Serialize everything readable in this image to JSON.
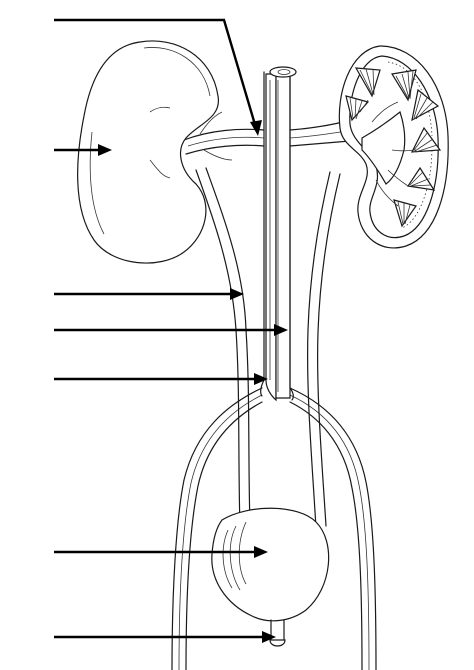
{
  "diagram": {
    "structures": [
      "kidney-right",
      "kidney-left-section",
      "renal-vessels",
      "aorta",
      "vena-cava",
      "ureter-left",
      "ureter-right",
      "iliac-arteries",
      "bladder",
      "urethra"
    ],
    "label_arrows": [
      {
        "points_to": "renal-artery",
        "label": ""
      },
      {
        "points_to": "kidney",
        "label": ""
      },
      {
        "points_to": "ureter",
        "label": ""
      },
      {
        "points_to": "aorta",
        "label": ""
      },
      {
        "points_to": "vena-cava",
        "label": ""
      },
      {
        "points_to": "bladder",
        "label": ""
      },
      {
        "points_to": "urethra",
        "label": ""
      }
    ]
  }
}
